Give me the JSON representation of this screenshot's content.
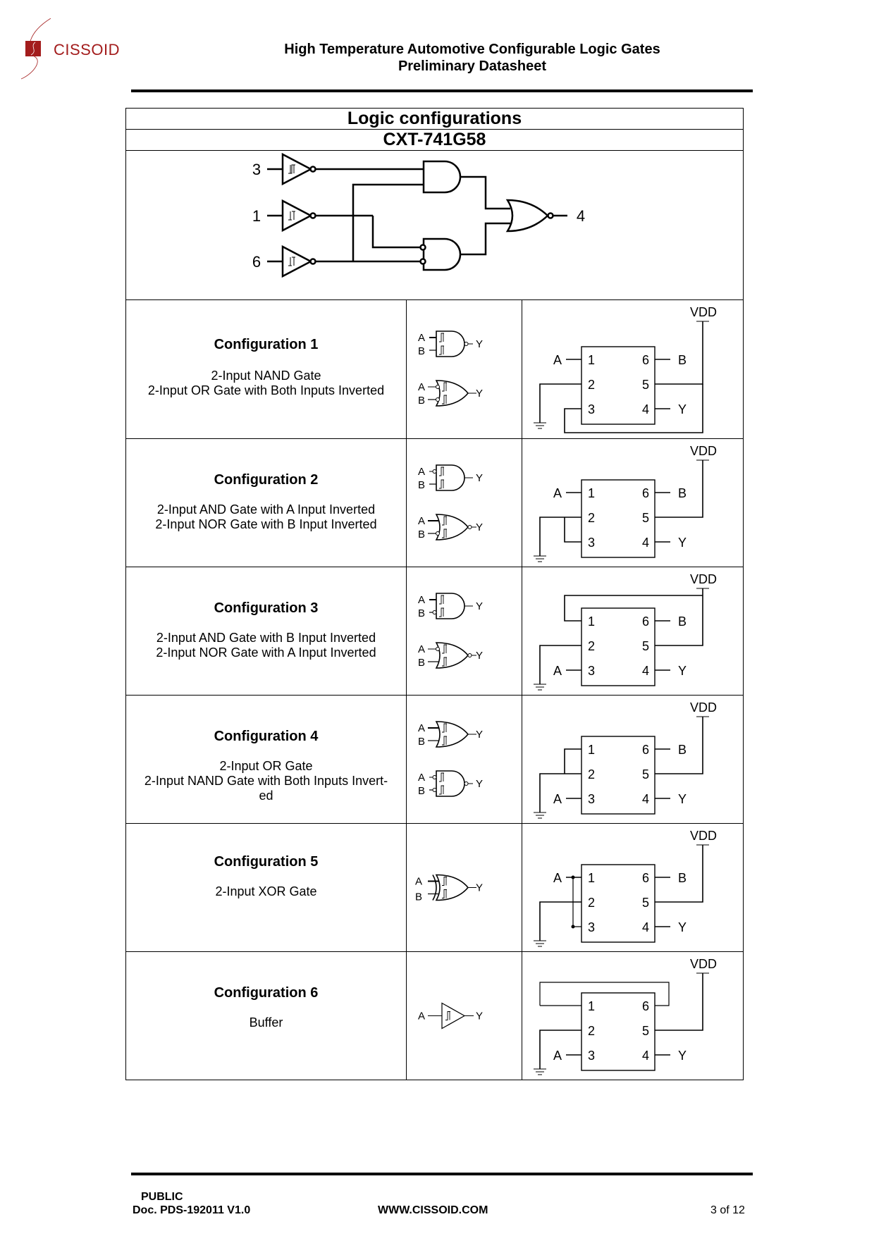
{
  "header": {
    "brand": "CISSOID",
    "title_line1": "High Temperature Automotive Configurable Logic Gates",
    "title_line2": "Preliminary Datasheet",
    "brand_color": "#a31c1c"
  },
  "table": {
    "title": "Logic configurations",
    "part_number": "CXT-741G58",
    "circuit": {
      "input_pins": [
        "3",
        "1",
        "6"
      ],
      "output_pin": "4"
    },
    "configurations": [
      {
        "name": "Configuration 1",
        "lines": [
          "2-Input NAND Gate",
          "2-Input OR Gate with Both Inputs Inverted"
        ],
        "symbol_labels": {
          "a": "A",
          "b": "B",
          "y": "Y"
        },
        "pinout": {
          "vdd": "VDD",
          "left": [
            "A",
            "",
            ""
          ],
          "right": [
            "B",
            "",
            "Y"
          ],
          "pins_left": [
            "1",
            "2",
            "3"
          ],
          "pins_right": [
            "6",
            "5",
            "4"
          ]
        }
      },
      {
        "name": "Configuration 2",
        "lines": [
          "2-Input AND Gate with A Input Inverted",
          "2-Input NOR Gate with B Input Inverted"
        ],
        "symbol_labels": {
          "a": "A",
          "b": "B",
          "y": "Y"
        },
        "pinout": {
          "vdd": "VDD",
          "left": [
            "A",
            "",
            ""
          ],
          "right": [
            "B",
            "",
            "Y"
          ],
          "pins_left": [
            "1",
            "2",
            "3"
          ],
          "pins_right": [
            "6",
            "5",
            "4"
          ]
        }
      },
      {
        "name": "Configuration 3",
        "lines": [
          "2-Input AND Gate with B Input Inverted",
          "2-Input NOR Gate with A Input Inverted"
        ],
        "symbol_labels": {
          "a": "A",
          "b": "B",
          "y": "Y"
        },
        "pinout": {
          "vdd": "VDD",
          "left": [
            "",
            "",
            "A"
          ],
          "right": [
            "B",
            "",
            "Y"
          ],
          "pins_left": [
            "1",
            "2",
            "3"
          ],
          "pins_right": [
            "6",
            "5",
            "4"
          ]
        }
      },
      {
        "name": "Configuration 4",
        "lines": [
          "2-Input OR Gate",
          "2-Input NAND Gate with Both Inputs Invert-",
          "ed"
        ],
        "symbol_labels": {
          "a": "A",
          "b": "B",
          "y": "Y"
        },
        "pinout": {
          "vdd": "VDD",
          "left": [
            "",
            "",
            "A"
          ],
          "right": [
            "B",
            "",
            "Y"
          ],
          "pins_left": [
            "1",
            "2",
            "3"
          ],
          "pins_right": [
            "6",
            "5",
            "4"
          ]
        }
      },
      {
        "name": "Configuration 5",
        "lines": [
          "2-Input XOR Gate"
        ],
        "symbol_labels": {
          "a": "A",
          "b": "B",
          "y": "Y"
        },
        "pinout": {
          "vdd": "VDD",
          "left": [
            "A",
            "",
            ""
          ],
          "right": [
            "B",
            "",
            "Y"
          ],
          "pins_left": [
            "1",
            "2",
            "3"
          ],
          "pins_right": [
            "6",
            "5",
            "4"
          ]
        }
      },
      {
        "name": "Configuration 6",
        "lines": [
          "Buffer"
        ],
        "symbol_labels": {
          "a": "A",
          "b": "",
          "y": "Y"
        },
        "pinout": {
          "vdd": "VDD",
          "left": [
            "",
            "",
            "A"
          ],
          "right": [
            "",
            "",
            "Y"
          ],
          "pins_left": [
            "1",
            "2",
            "3"
          ],
          "pins_right": [
            "6",
            "5",
            "4"
          ]
        }
      }
    ]
  },
  "footer": {
    "classification": "PUBLIC",
    "doc_number": "Doc. PDS-192011  V1.0",
    "website": "WWW.CISSOID.COM",
    "page": "3 of 12"
  }
}
